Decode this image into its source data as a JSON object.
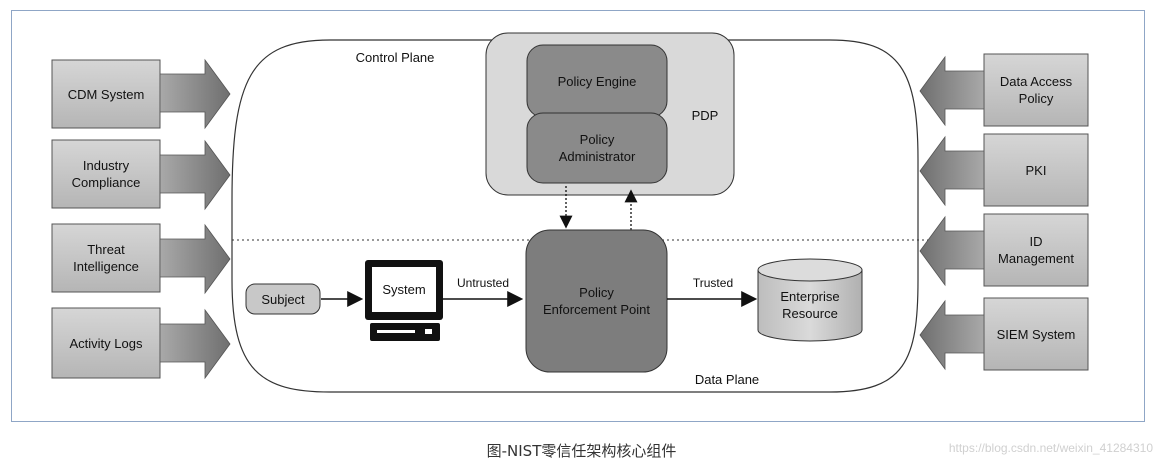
{
  "caption": "图-NIST零信任架构核心组件",
  "watermark": "https://blog.csdn.net/weixin_41284310",
  "planes": {
    "control": "Control Plane",
    "data": "Data Plane"
  },
  "pdp": {
    "label": "PDP",
    "policy_engine": "Policy Engine",
    "policy_administrator_line1": "Policy",
    "policy_administrator_line2": "Administrator"
  },
  "pep": {
    "line1": "Policy",
    "line2": "Enforcement Point"
  },
  "subject": "Subject",
  "system": "System",
  "untrusted": "Untrusted",
  "trusted": "Trusted",
  "enterprise_resource": {
    "line1": "Enterprise",
    "line2": "Resource"
  },
  "left_inputs": [
    {
      "line1": "CDM System",
      "line2": ""
    },
    {
      "line1": "Industry",
      "line2": "Compliance"
    },
    {
      "line1": "Threat",
      "line2": "Intelligence"
    },
    {
      "line1": "Activity Logs",
      "line2": ""
    }
  ],
  "right_inputs": [
    {
      "line1": "Data Access",
      "line2": "Policy"
    },
    {
      "line1": "PKI",
      "line2": ""
    },
    {
      "line1": "ID",
      "line2": "Management"
    },
    {
      "line1": "SIEM System",
      "line2": ""
    }
  ],
  "colors": {
    "box_light": "#c8c8c8",
    "box_mid": "#9a9a9a",
    "box_dark": "#7d7d7d",
    "pdp_panel": "#d9d9d9",
    "outline": "#333333",
    "frame": "#8fa6c6"
  }
}
